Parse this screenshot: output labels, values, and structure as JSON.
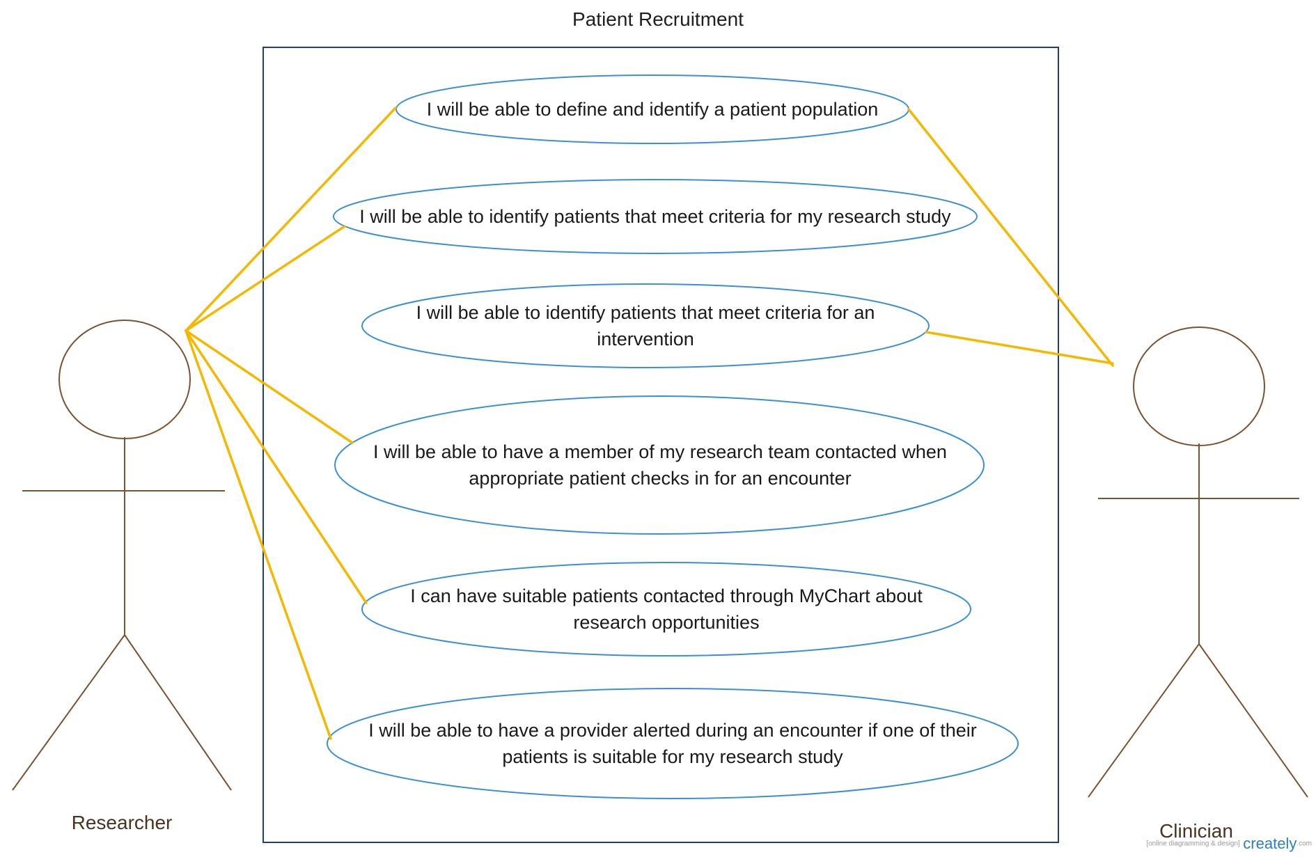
{
  "diagram": {
    "title": "Patient Recruitment",
    "actors": [
      {
        "name": "Researcher"
      },
      {
        "name": "Clinician"
      }
    ],
    "use_cases": [
      {
        "label": "I will be able to define and identify a patient population"
      },
      {
        "label": "I will be able to identify patients that meet criteria for my research study"
      },
      {
        "label": "I will be able to identify patients that meet criteria for an intervention"
      },
      {
        "label": "I will be able to have a member of my research team contacted when appropriate patient checks in for an encounter"
      },
      {
        "label": "I can have suitable patients contacted through MyChart about research opportunities"
      },
      {
        "label": "I will be able to have a provider alerted during an encounter if one of their patients is suitable for my research study"
      }
    ],
    "associations": [
      {
        "actor": "Researcher",
        "use_case": 1
      },
      {
        "actor": "Researcher",
        "use_case": 2
      },
      {
        "actor": "Researcher",
        "use_case": 4
      },
      {
        "actor": "Researcher",
        "use_case": 5
      },
      {
        "actor": "Researcher",
        "use_case": 6
      },
      {
        "actor": "Clinician",
        "use_case": 1
      },
      {
        "actor": "Clinician",
        "use_case": 3
      }
    ],
    "colors": {
      "system_border": "#1f3c88",
      "use_case_border": "#3a8fd6",
      "association_line": "#f5b800",
      "actor_stroke": "#7a5230",
      "actor_label": "#4a3320"
    }
  },
  "watermark": {
    "tagline": "[online diagramming & design]",
    "brand": "creately",
    "domain": ".com"
  }
}
